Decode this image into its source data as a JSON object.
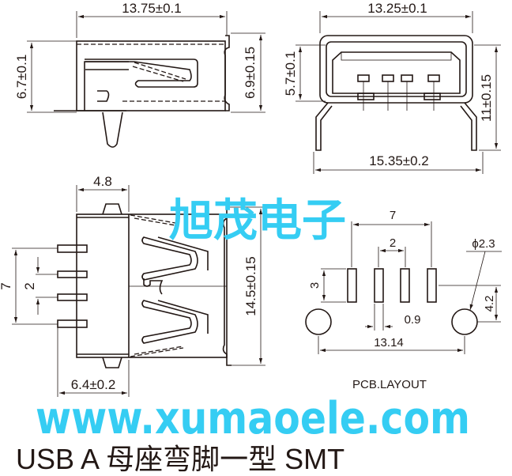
{
  "side_view": {
    "width_dim": "13.75±0.1",
    "left_height_dim": "6.7±0.1",
    "right_height_dim": "6.9±0.15"
  },
  "front_view": {
    "width_dim": "13.25±0.1",
    "inner_height_dim": "5.7±0.1",
    "total_height_dim": "11±0.15",
    "leg_span_dim": "15.35±0.2"
  },
  "top_view": {
    "depth_dim": "4.8",
    "pin_span_dim": "7",
    "pin_pitch_dim": "2",
    "length_dim": "14.5±0.15",
    "offset_dim": "6.4±0.2"
  },
  "pcb_layout": {
    "span_dim": "7",
    "pitch_dim": "2",
    "pad_length_dim": "3",
    "pad_width_dim": "0.9",
    "hole_span_dim": "13.14",
    "hole_dia_dim": "ϕ2.3",
    "hole_offset_dim": "4.2",
    "label": "PCB.LAYOUT"
  },
  "watermark": {
    "company": "旭茂电子",
    "url": "www.xumaoele.com"
  },
  "title": "USB A 母座弯脚一型 SMT"
}
